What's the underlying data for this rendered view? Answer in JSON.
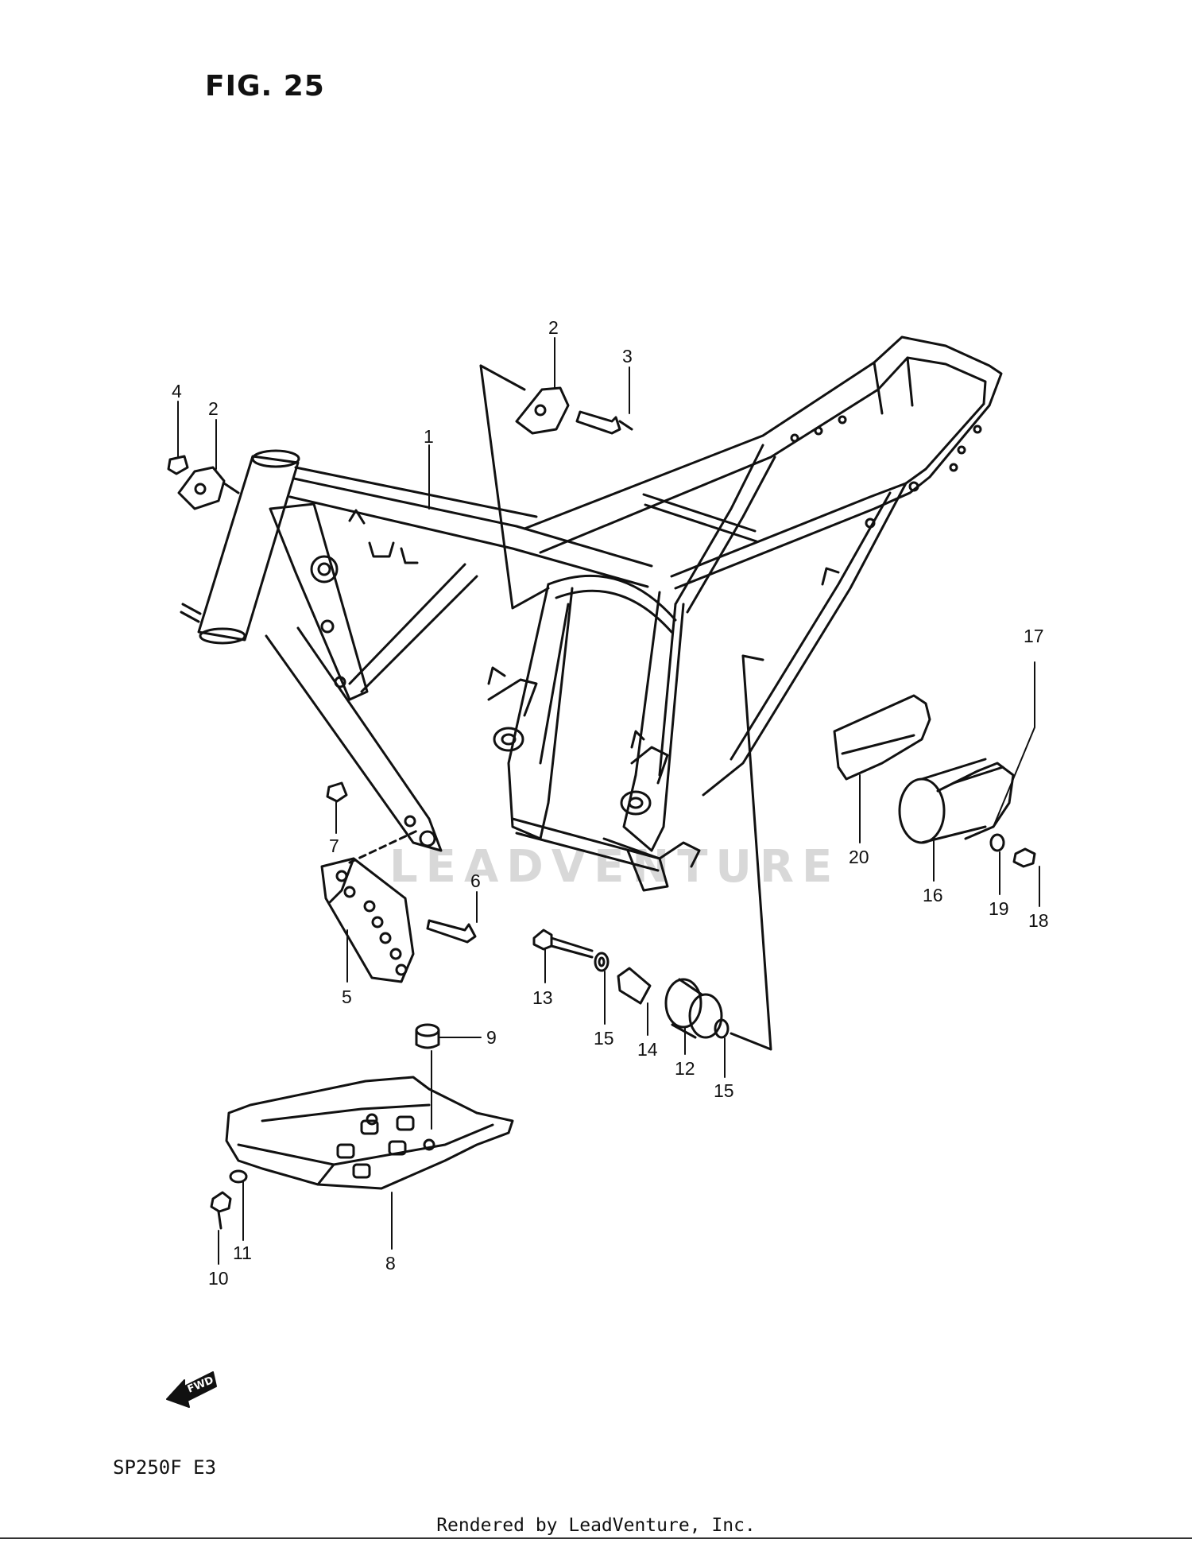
{
  "figure": {
    "title": "FIG. 25",
    "model": "SP250F  E3"
  },
  "footer": {
    "text": "Rendered by LeadVenture, Inc."
  },
  "watermark": {
    "text": "LEADVENTURE"
  },
  "fwd": {
    "text": "FWD"
  },
  "callouts": {
    "c1": "1",
    "c2a": "2",
    "c2b": "2",
    "c3": "3",
    "c4": "4",
    "c5": "5",
    "c6": "6",
    "c7": "7",
    "c8": "8",
    "c9": "9",
    "c10": "10",
    "c11": "11",
    "c12": "12",
    "c13": "13",
    "c14": "14",
    "c15a": "15",
    "c15b": "15",
    "c16": "16",
    "c17": "17",
    "c18": "18",
    "c19": "19",
    "c20": "20"
  },
  "colors": {
    "line": "#111111",
    "watermark": "#d8d8d8"
  }
}
